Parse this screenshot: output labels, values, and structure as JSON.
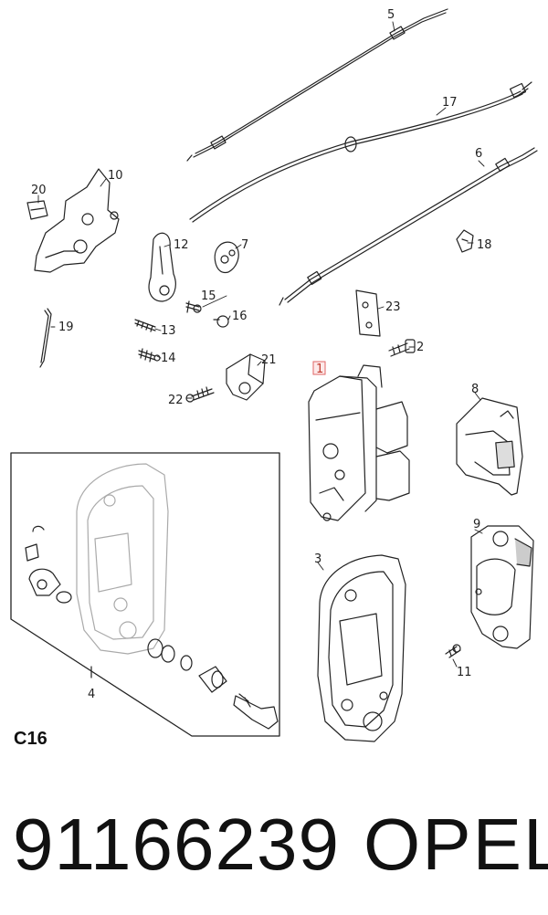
{
  "diagram": {
    "callouts": {
      "c1": "1",
      "c2": "2",
      "c3": "3",
      "c4": "4",
      "c5": "5",
      "c6": "6",
      "c7": "7",
      "c8": "8",
      "c9": "9",
      "c10": "10",
      "c11": "11",
      "c12": "12",
      "c13": "13",
      "c14": "14",
      "c15": "15",
      "c16": "16",
      "c17": "17",
      "c18": "18",
      "c19": "19",
      "c20": "20",
      "c21": "21",
      "c22": "22",
      "c23": "23"
    },
    "highlight_color": "#e06666",
    "section_code": "C16"
  },
  "footer": {
    "part_number": "91166239",
    "brand": "OPEL"
  }
}
